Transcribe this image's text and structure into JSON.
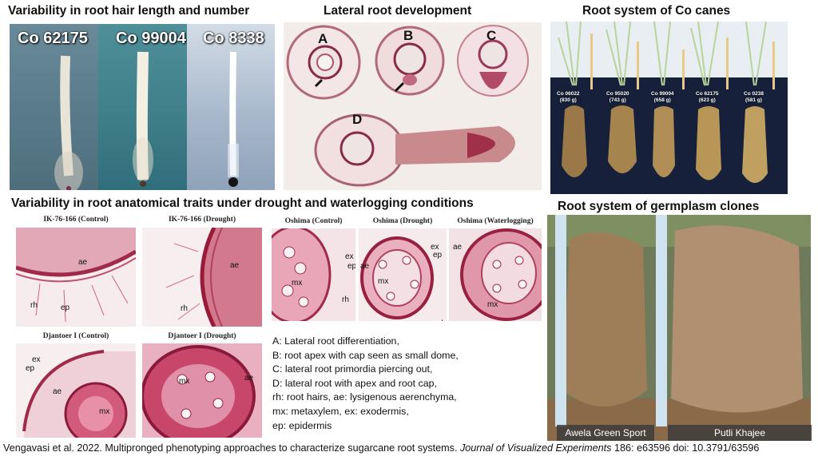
{
  "titles": {
    "root_hair": "Variability in root hair length and number",
    "lateral": "Lateral root  development",
    "co_canes": "Root system of Co canes",
    "anatomical": "Variability in root anatomical traits under drought and waterlogging conditions",
    "germplasm": "Root system of germplasm clones"
  },
  "root_hair_panels": [
    "Co 62175",
    "Co 99004",
    "Co 8338"
  ],
  "lateral_panels": [
    "A",
    "B",
    "C",
    "D"
  ],
  "co_canes": [
    {
      "name": "Co 06022",
      "weight": "(830 g)"
    },
    {
      "name": "Co 95020",
      "weight": "(743 g)"
    },
    {
      "name": "Co 99004",
      "weight": "(658 g)"
    },
    {
      "name": "Co 62175",
      "weight": "(623 g)"
    },
    {
      "name": "Co 0238",
      "weight": "(581 g)"
    }
  ],
  "anatomy_captions": [
    "IK-76-166 (Control)",
    "IK-76-166 (Drought)",
    "Oshima (Control)",
    "Oshima (Drought)",
    "Oshima (Waterlogging)",
    "Djantoer I (Control)",
    "Djantoer I (Drought)"
  ],
  "anatomy_abbr": {
    "ae": "ae",
    "rh": "rh",
    "ep": "ep",
    "ex": "ex",
    "mx": "mx"
  },
  "legend": [
    "A: Lateral root differentiation,",
    "B: root apex with cap seen as small dome,",
    "C: lateral root primordia piercing out,",
    "D: lateral root with apex and root cap,",
    "rh: root hairs, ae: lysigenous aerenchyma,",
    "mx: metaxylem, ex: exodermis,",
    "ep: epidermis"
  ],
  "germplasm_clones": [
    "Awela Green Sport",
    "Putli Khajee"
  ],
  "citation": {
    "prefix": "Vengavasi et al. 2022. Multipronged phenotyping approaches to characterize sugarcane root systems. ",
    "journal": "Journal of Visualized Experiments",
    "suffix": " 186: e63596 doi: 10.3791/63596"
  },
  "colors": {
    "tissue_pink": "#c8506e",
    "tissue_dark": "#8a1f3c",
    "soil": "#8a6a48"
  }
}
